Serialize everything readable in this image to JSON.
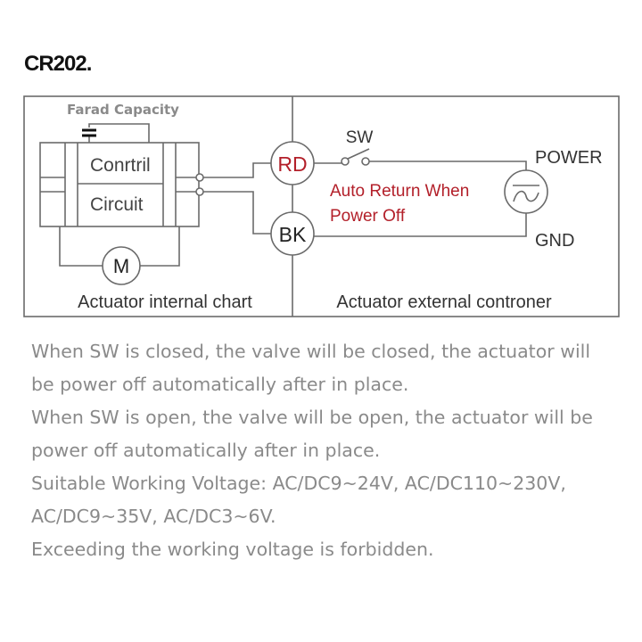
{
  "title": "CR202.",
  "diagram": {
    "capacitor_label": "Farad Capacity",
    "block_top": "Conrtril",
    "block_bottom": "Circuit",
    "motor": "M",
    "rd": "RD",
    "bk": "BK",
    "switch": "SW",
    "power": "POWER",
    "gnd": "GND",
    "note_line1": "Auto Return When",
    "note_line2": "Power Off",
    "internal_label": "Actuator internal chart",
    "external_label": "Actuator external controner",
    "colors": {
      "red": "#b3202a",
      "line": "#666666",
      "text": "#8a8a8a"
    }
  },
  "description": [
    "When SW is closed, the valve will be closed, the actuator will",
    "be power off automatically after in place.",
    "When SW is open, the valve will be open, the actuator will be",
    "power off automatically after in place.",
    "Suitable Working Voltage: AC/DC9~24V, AC/DC110~230V,",
    "AC/DC9~35V, AC/DC3~6V.",
    "Exceeding the working voltage is forbidden."
  ]
}
